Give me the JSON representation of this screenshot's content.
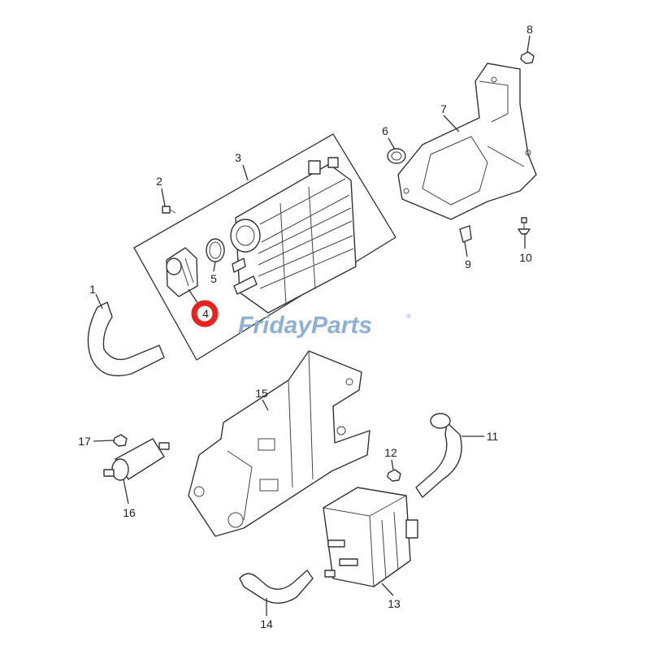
{
  "diagram": {
    "callouts": [
      {
        "id": "1",
        "label": "1"
      },
      {
        "id": "2",
        "label": "2"
      },
      {
        "id": "3",
        "label": "3"
      },
      {
        "id": "4",
        "label": "4"
      },
      {
        "id": "5",
        "label": "5"
      },
      {
        "id": "6",
        "label": "6"
      },
      {
        "id": "7",
        "label": "7"
      },
      {
        "id": "8",
        "label": "8"
      },
      {
        "id": "9",
        "label": "9"
      },
      {
        "id": "10",
        "label": "10"
      },
      {
        "id": "11",
        "label": "11"
      },
      {
        "id": "12",
        "label": "12"
      },
      {
        "id": "13",
        "label": "13"
      },
      {
        "id": "14",
        "label": "14"
      },
      {
        "id": "15",
        "label": "15"
      },
      {
        "id": "16",
        "label": "16"
      },
      {
        "id": "17",
        "label": "17"
      }
    ],
    "highlighted_callout": "4",
    "highlight_color": "#e8231e",
    "watermark": {
      "brand": "FridayParts",
      "mark": "®",
      "color": "#8fb0d6"
    }
  }
}
